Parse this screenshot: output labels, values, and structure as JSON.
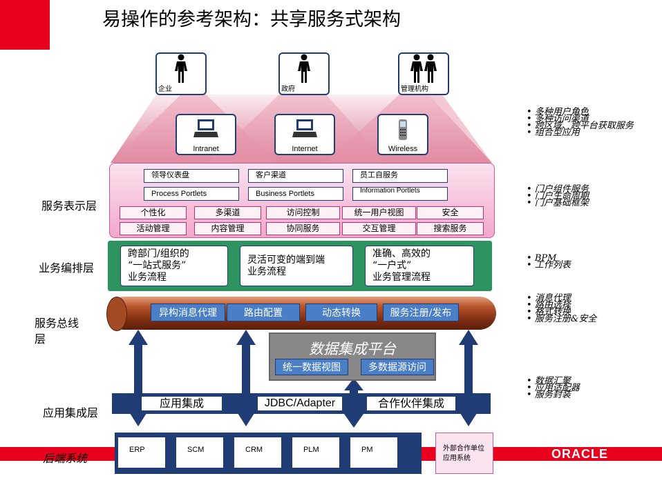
{
  "title": "易操作的参考架构：共享服务式架构",
  "users": [
    {
      "label": "企业",
      "icon": "person-icon"
    },
    {
      "label": "政府",
      "icon": "person-icon"
    },
    {
      "label": "管理机构",
      "icon": "people-icon"
    }
  ],
  "channels": [
    {
      "label": "Intranet",
      "icon": "laptop-icon"
    },
    {
      "label": "Internet",
      "icon": "laptop-icon"
    },
    {
      "label": "Wireless",
      "icon": "mobile-phone-icon"
    }
  ],
  "presentation_layer": {
    "label": "服务表示层",
    "portal_top": [
      "领导仪表盘",
      "客户渠道",
      "员工自服务"
    ],
    "portlets": [
      "Process Portlets",
      "Business Portlets",
      "Information Portlets"
    ],
    "features_row1": [
      "个性化",
      "多渠道",
      "访问控制",
      "统一用户视图",
      "安全"
    ],
    "features_row2": [
      "活动管理",
      "内容管理",
      "协同服务",
      "交互管理",
      "搜索服务"
    ]
  },
  "orchestration_layer": {
    "label": "业务编排层",
    "boxes": [
      [
        "跨部门/组织的",
        "“一站式服务”",
        "业务流程"
      ],
      [
        "灵活可变的端到端",
        "业务流程"
      ],
      [
        "准确、高效的",
        "“一户式”",
        "业务管理流程"
      ]
    ]
  },
  "service_bus": {
    "label_line1": "服务总线",
    "label_line2": "层",
    "buttons": [
      "异构消息代理",
      "路由配置",
      "动态转换",
      "服务注册/发布"
    ]
  },
  "data_platform": {
    "title": "数据集成平台",
    "buttons": [
      "统一数据视图",
      "多数据源访问"
    ]
  },
  "integration_layer": {
    "label": "应用集成层",
    "buttons": [
      "应用集成",
      "JDBC/Adapter",
      "合作伙伴集成"
    ]
  },
  "backend": {
    "label": "后端系统",
    "systems": [
      "ERP",
      "SCM",
      "CRM",
      "PLM",
      "PM"
    ],
    "external_line1": "外部合作单位",
    "external_line2": "应用系统"
  },
  "notes": {
    "group1": [
      "多种用户角色",
      "多种访问渠道",
      "跨区域、跨平台获取服务",
      "组合型应用"
    ],
    "group2": [
      "门户组件服务",
      "门户生命周期",
      "门户基础框架"
    ],
    "group3": [
      "BPM",
      "工作列表"
    ],
    "group4": [
      "消息代理",
      "路由选择",
      "格式转换",
      "服务注册&安全"
    ],
    "group5": [
      "数据汇聚",
      "应用适配器",
      "服务封装"
    ]
  },
  "brand": "ORACLE",
  "colors": {
    "navy": "#1f3d74",
    "oracle_red": "#e8001c",
    "green": "#2d9460",
    "pink": "#f3a7cd",
    "blue_button": "#4a7fc8"
  }
}
